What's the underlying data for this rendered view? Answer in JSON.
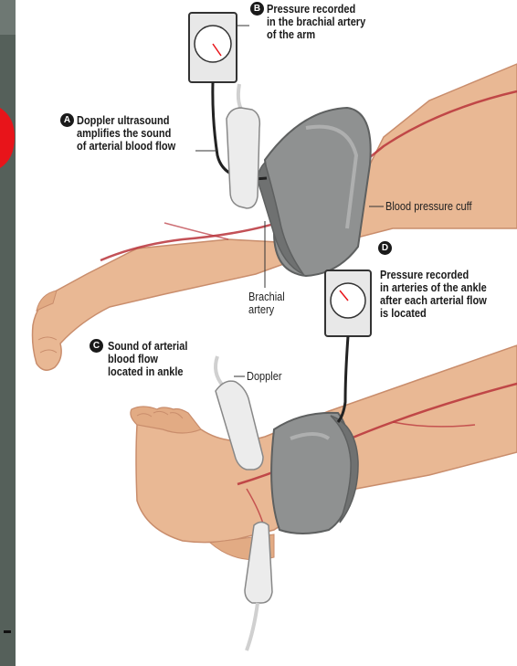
{
  "colors": {
    "left_strip": "#55605a",
    "skin": "#e9b894",
    "skin_shadow": "#c98d6c",
    "cuff": "#8f9191",
    "cuff_dark": "#5e6060",
    "artery": "#b8323a",
    "accent_red": "#e8141a"
  },
  "labels": {
    "A": {
      "badge": "A",
      "lines": [
        "Doppler ultrasound",
        "amplifies the sound",
        "of arterial blood flow"
      ]
    },
    "B": {
      "badge": "B",
      "lines": [
        "Pressure recorded",
        "in the brachial artery",
        "of the arm"
      ]
    },
    "C": {
      "badge": "C",
      "lines": [
        "Sound of arterial",
        "blood flow",
        "located in ankle"
      ]
    },
    "D": {
      "badge": "D",
      "lines": [
        "Pressure recorded",
        "in arteries of the ankle",
        "after each arterial flow",
        "is located"
      ]
    },
    "cuff": "Blood pressure cuff",
    "brachial": [
      "Brachial",
      "artery"
    ],
    "doppler": "Doppler"
  }
}
